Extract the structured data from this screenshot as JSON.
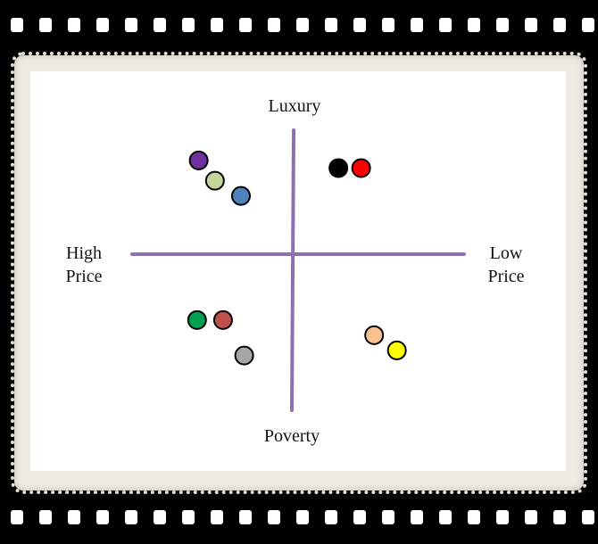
{
  "diagram": {
    "labels": {
      "top": "Luxury",
      "bottom": "Poverty",
      "left": "High\nPrice",
      "right": "Low\nPrice"
    },
    "axis_color": "#8a72b0",
    "points": [
      {
        "name": "purple",
        "color": "#7030a0",
        "x": -0.59,
        "y": 0.74
      },
      {
        "name": "light-green",
        "color": "#c4d79b",
        "x": -0.49,
        "y": 0.58
      },
      {
        "name": "blue",
        "color": "#4f81bd",
        "x": -0.33,
        "y": 0.46
      },
      {
        "name": "black",
        "color": "#000000",
        "x": 0.27,
        "y": 0.68
      },
      {
        "name": "red",
        "color": "#ff0000",
        "x": 0.41,
        "y": 0.68
      },
      {
        "name": "green",
        "color": "#00a050",
        "x": -0.6,
        "y": -0.52
      },
      {
        "name": "dark-red",
        "color": "#c0504d",
        "x": -0.44,
        "y": -0.52
      },
      {
        "name": "gray",
        "color": "#a6a6a6",
        "x": -0.31,
        "y": -0.8
      },
      {
        "name": "peach",
        "color": "#fac090",
        "x": 0.49,
        "y": -0.64
      },
      {
        "name": "yellow",
        "color": "#ffff00",
        "x": 0.63,
        "y": -0.76
      }
    ]
  }
}
